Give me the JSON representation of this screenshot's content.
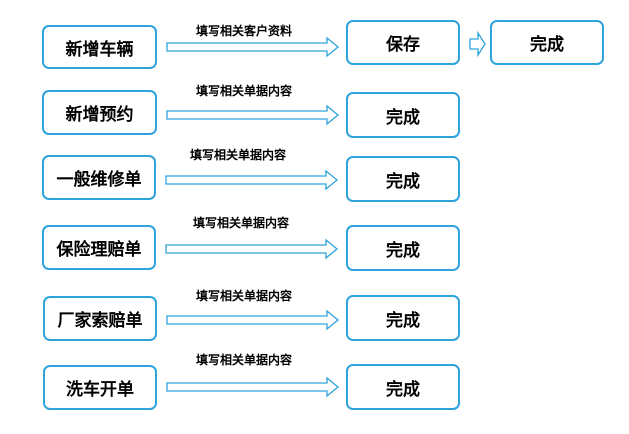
{
  "flows": [
    {
      "start": "新增车辆",
      "action": "填写相关客户资料",
      "steps": [
        "保存",
        "完成"
      ]
    },
    {
      "start": "新增预约",
      "action": "填写相关单据内容",
      "steps": [
        "完成"
      ]
    },
    {
      "start": "一般维修单",
      "action": "填写相关单据内容",
      "steps": [
        "完成"
      ]
    },
    {
      "start": "保险理赔单",
      "action": "填写相关单据内容",
      "steps": [
        "完成"
      ]
    },
    {
      "start": "厂家索赔单",
      "action": "填写相关单据内容",
      "steps": [
        "完成"
      ]
    },
    {
      "start": "洗车开单",
      "action": "填写相关单据内容",
      "steps": [
        "完成"
      ]
    }
  ],
  "colors": {
    "border": "#2ea3dc",
    "arrow": "#2ea3dc"
  }
}
